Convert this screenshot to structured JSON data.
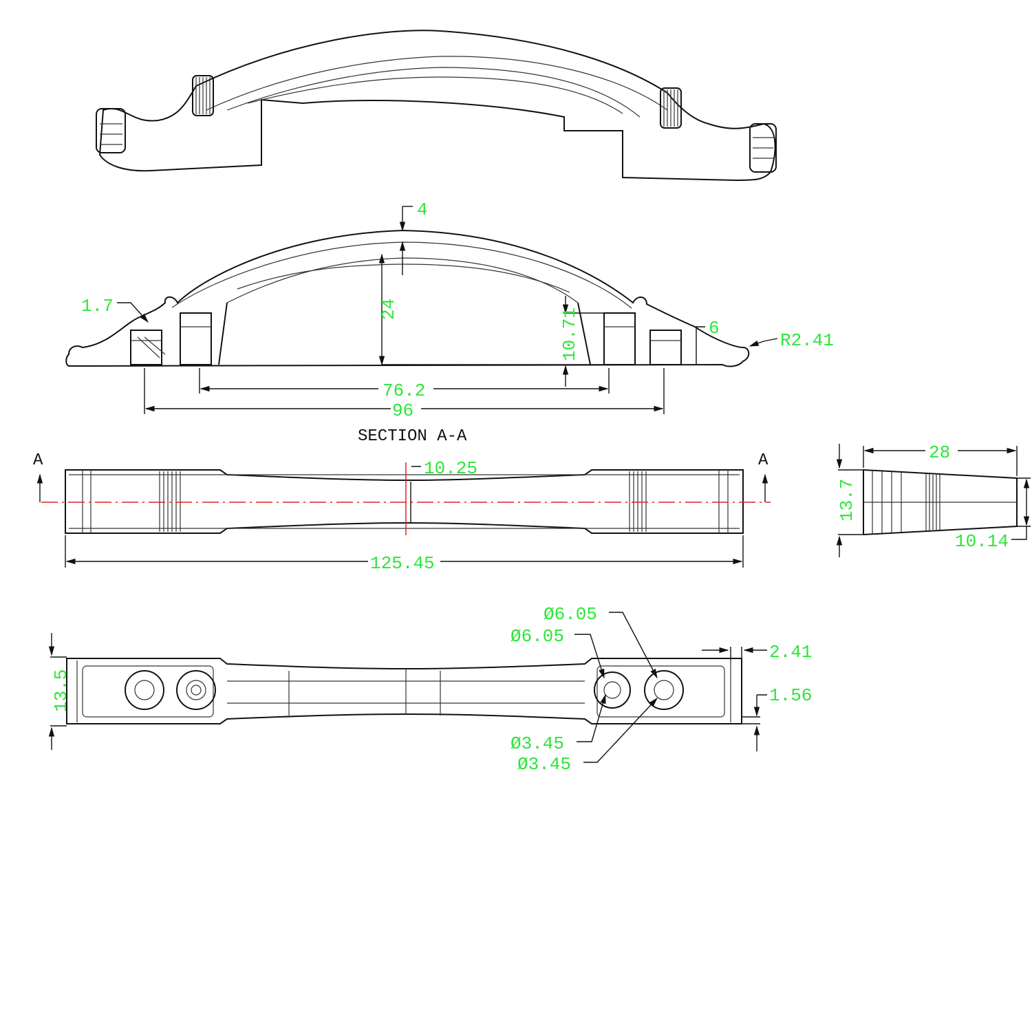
{
  "section_label": "SECTION A-A",
  "section_marker": "A",
  "colors": {
    "dimension": "#2ee53a",
    "outline": "#111111",
    "centerline": "#e02020"
  },
  "dimensions": {
    "top_thickness": "4",
    "height_inner": "24",
    "lip": "1.7",
    "leg_height": "10.71",
    "side_offset": "6",
    "radius_end": "R2.41",
    "inner_span": "76.2",
    "hole_span": "96",
    "grip_width": "10.25",
    "overall_length": "125.45",
    "end_width": "28",
    "end_height": "13.7",
    "end_inner": "10.14",
    "base_width": "13.5",
    "counterbore_a": "Ø6.05",
    "counterbore_b": "Ø6.05",
    "hole_a": "Ø3.45",
    "hole_b": "Ø3.45",
    "edge_offset": "2.41",
    "edge_inset": "1.56"
  }
}
